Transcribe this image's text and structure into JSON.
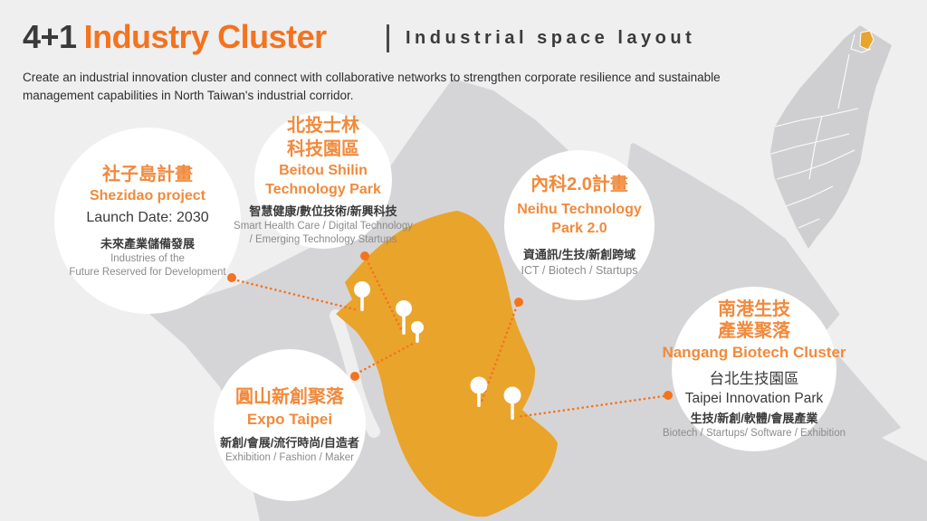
{
  "header": {
    "title_prefix": "4+1",
    "title_main": "Industry Cluster",
    "subtitle": "Industrial space layout",
    "description": "Create an industrial innovation cluster and connect with collaborative networks to strengthen corporate resilience and sustainable management capabilities in North Taiwan's industrial corridor."
  },
  "clusters": {
    "shezidao": {
      "title_zh": "社子島計畫",
      "title_en": "Shezidao project",
      "launch": "Launch Date: 2030",
      "field_zh": "未來產業儲備發展",
      "field_en_line1": "Industries of the",
      "field_en_line2": "Future Reserved for Development"
    },
    "beitou": {
      "title_zh_line1": "北投士林",
      "title_zh_line2": "科技園區",
      "title_en_line1": "Beitou Shilin",
      "title_en_line2": "Technology Park",
      "field_zh": "智慧健康/數位技術/新興科技",
      "field_en_line1": "Smart Health Care / Digital Technology",
      "field_en_line2": "/ Emerging Technology Startups"
    },
    "neihu": {
      "title_zh": "內科2.0計畫",
      "title_en_line1": "Neihu Technology",
      "title_en_line2": "Park 2.0",
      "field_zh": "資通訊/生技/新創跨域",
      "field_en": "ICT / Biotech / Startups"
    },
    "nangang": {
      "title_zh_line1": "南港生技",
      "title_zh_line2": "產業聚落",
      "title_en": "Nangang Biotech Cluster",
      "park_zh": "台北生技園區",
      "park_en": "Taipei Innovation Park",
      "field_zh": "生技/新創/軟體/會展產業",
      "field_en": "Biotech / Startups/ Software / Exhibition"
    },
    "expo": {
      "title_zh": "圓山新創聚落",
      "title_en": "Expo Taipei",
      "field_zh": "新創/會展/流行時尚/自造者",
      "field_en": "Exhibition / Fashion / Maker"
    }
  },
  "icons": {
    "taiwan_inset": "taiwan-map-icon",
    "map_pin": "lollipop-pin-icon"
  },
  "colors": {
    "accent_orange": "#f4731e",
    "bubble_heading_orange": "#f18a3c",
    "map_orange": "#e9a42c",
    "map_gray": "#d5d5d7",
    "background": "#efeff0",
    "dark_text": "#3a3a3a",
    "muted_text": "#8b8b8b"
  }
}
